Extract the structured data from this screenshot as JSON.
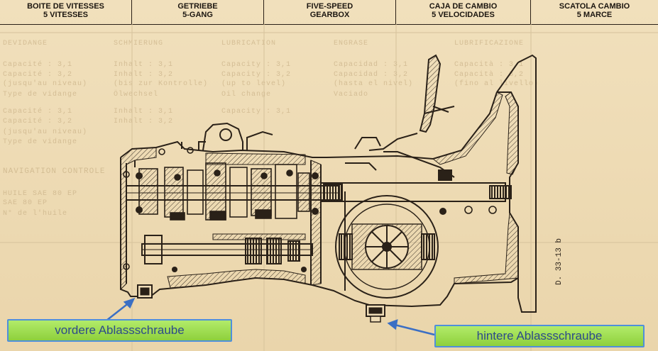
{
  "header": {
    "columns": [
      {
        "line1": "BOITE DE VITESSES",
        "line2": "5 VITESSES"
      },
      {
        "line1": "GETRIEBE",
        "line2": "5-GANG"
      },
      {
        "line1": "FIVE-SPEED",
        "line2": "GEARBOX"
      },
      {
        "line1": "CAJA DE CAMBIO",
        "line2": "5 VELOCIDADES"
      },
      {
        "line1": "SCATOLA CAMBIO",
        "line2": "5 MARCE"
      }
    ]
  },
  "background_text": {
    "left": [
      "DEVIDANGE",
      "Capacité : 3,1",
      "Capacité : 3,2",
      "(jusqu'au niveau)",
      "Type de vidange",
      "Capacité : 3,1",
      "Capacité : 3,2",
      "(jusqu'au niveau)",
      "Type de vidange",
      "NAVIGATION CONTROLE",
      "HUILE SAE 80 EP",
      "SAE 80 EP",
      "N° de l'huile"
    ],
    "second": [
      "SCHMIERUNG",
      "Inhalt : 3,1",
      "Inhalt : 3,2",
      "(bis zur Kontrolle)",
      "Ölwechsel",
      "Inhalt : 3,1",
      "Inhalt : 3,2"
    ],
    "third": [
      "LUBRICATION",
      "Capacity : 3,1",
      "Capacity : 3,2",
      "(up to level)",
      "Oil change",
      "Capacity : 3,1"
    ],
    "fourth": [
      "ENGRASE",
      "Capacidad : 3,1",
      "Capacidad : 3,2",
      "(hasta el nivel)",
      "Vaciado"
    ],
    "fifth": [
      "LUBRIFICAZIONE",
      "Capacità : 3,1",
      "Capacità : 3,2",
      "(fino al livello)"
    ]
  },
  "drawing": {
    "reference": "D. 33-13 b"
  },
  "callouts": {
    "front": "vordere Ablassschraube",
    "rear": "hintere Ablassschraube"
  }
}
